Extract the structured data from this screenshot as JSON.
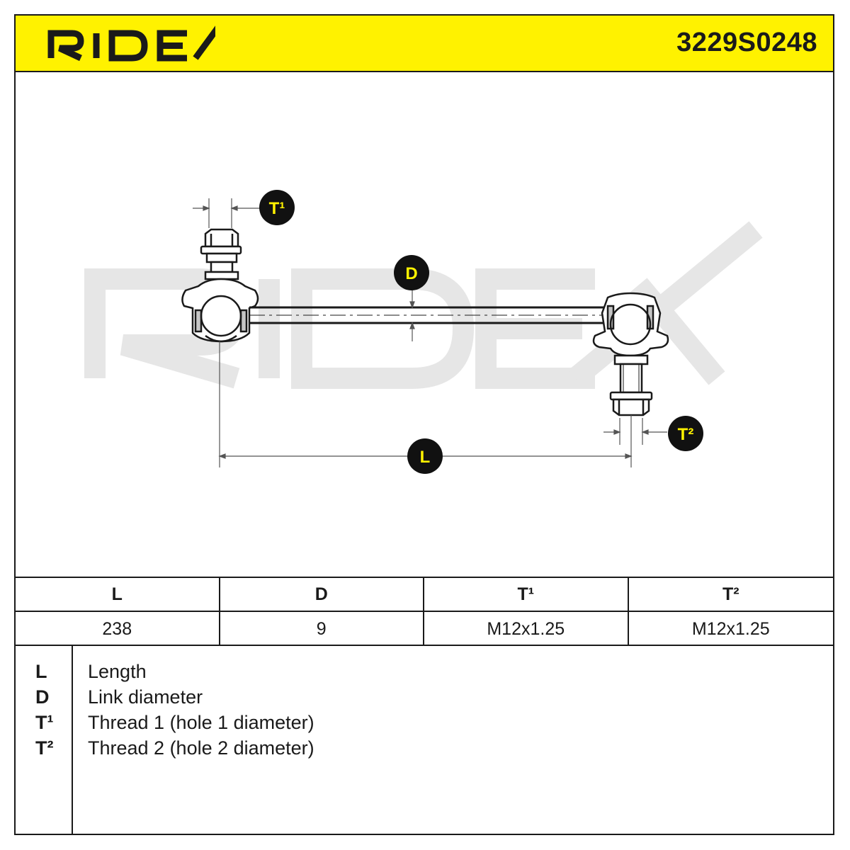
{
  "header": {
    "brand": "RIDEX",
    "part_number": "3229S0248",
    "background_color": "#fff200"
  },
  "drawing": {
    "watermark": "RIDEX",
    "dimension_labels": {
      "t1": "T¹",
      "d": "D",
      "l": "L",
      "t2": "T²"
    }
  },
  "spec_table": {
    "headers": [
      "L",
      "D",
      "T¹",
      "T²"
    ],
    "values": [
      "238",
      "9",
      "M12x1.25",
      "M12x1.25"
    ]
  },
  "legend": [
    {
      "key": "L",
      "text": "Length"
    },
    {
      "key": "D",
      "text": "Link diameter"
    },
    {
      "key": "T¹",
      "text": "Thread 1 (hole 1 diameter)"
    },
    {
      "key": "T²",
      "text": "Thread 2 (hole 2 diameter)"
    }
  ]
}
